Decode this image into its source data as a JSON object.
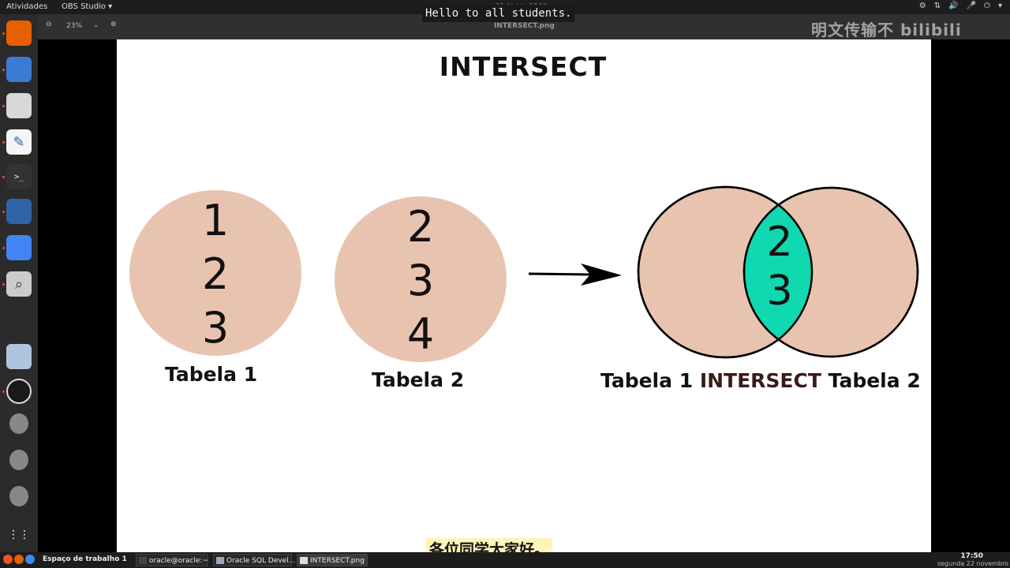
{
  "topbar": {
    "activities": "Atividades",
    "app_menu": "OBS Studio ▾",
    "clock": "22 de nov  17:50",
    "tray": [
      "⚙",
      "⇅",
      "🔊",
      "🎤",
      "⏻",
      "▾"
    ]
  },
  "subtitles": {
    "english": "Hello to all students.",
    "chinese": "各位同学大家好。"
  },
  "watermark": "明文传输不  bilibili",
  "viewer": {
    "zoom_out_icon": "⊖",
    "zoom": "23%",
    "zoom_dropdown": "⌄",
    "zoom_in_icon": "⊕",
    "filename": "INTERSECT.png"
  },
  "dock": {
    "items": [
      {
        "name": "firefox-icon",
        "color": "#e66000"
      },
      {
        "name": "thunderbird-icon",
        "color": "#3a7bd5"
      },
      {
        "name": "files-icon",
        "color": "#d8d8d8"
      },
      {
        "name": "text-editor-icon",
        "color": "#f5f5f5"
      },
      {
        "name": "terminal-icon",
        "color": "#333333"
      },
      {
        "name": "virtualbox-icon",
        "color": "#2f64a8"
      },
      {
        "name": "chrome-icon",
        "color": "#4285f4"
      },
      {
        "name": "image-viewer-icon",
        "color": "#cccccc"
      },
      {
        "name": "database-icon",
        "color": "#b0c4de"
      },
      {
        "name": "obs-icon",
        "color": "#1a1a1a"
      },
      {
        "name": "disk-icon",
        "color": "#888888"
      },
      {
        "name": "disk-icon-2",
        "color": "#888888"
      },
      {
        "name": "disk-icon-3",
        "color": "#888888"
      },
      {
        "name": "apps-grid-icon",
        "color": "#2b2b2b"
      }
    ]
  },
  "diagram": {
    "title": "INTERSECT",
    "table1": {
      "label": "Tabela 1",
      "values": [
        "1",
        "2",
        "3"
      ]
    },
    "table2": {
      "label": "Tabela 2",
      "values": [
        "2",
        "3",
        "4"
      ]
    },
    "result": {
      "values": [
        "2",
        "3"
      ],
      "label_left": "Tabela 1",
      "label_mid": "INTERSECT",
      "label_right": "Tabela 2"
    },
    "colors": {
      "circle": "#e8c4b0",
      "intersection": "#10d8b0"
    }
  },
  "taskbar": {
    "workspace": "Espaço de trabalho 1",
    "tasks": [
      "oracle@oracle:~",
      "Oracle SQL Devel...",
      "INTERSECT.png"
    ],
    "time": "17:50",
    "date": "segunda 22 novembro"
  }
}
